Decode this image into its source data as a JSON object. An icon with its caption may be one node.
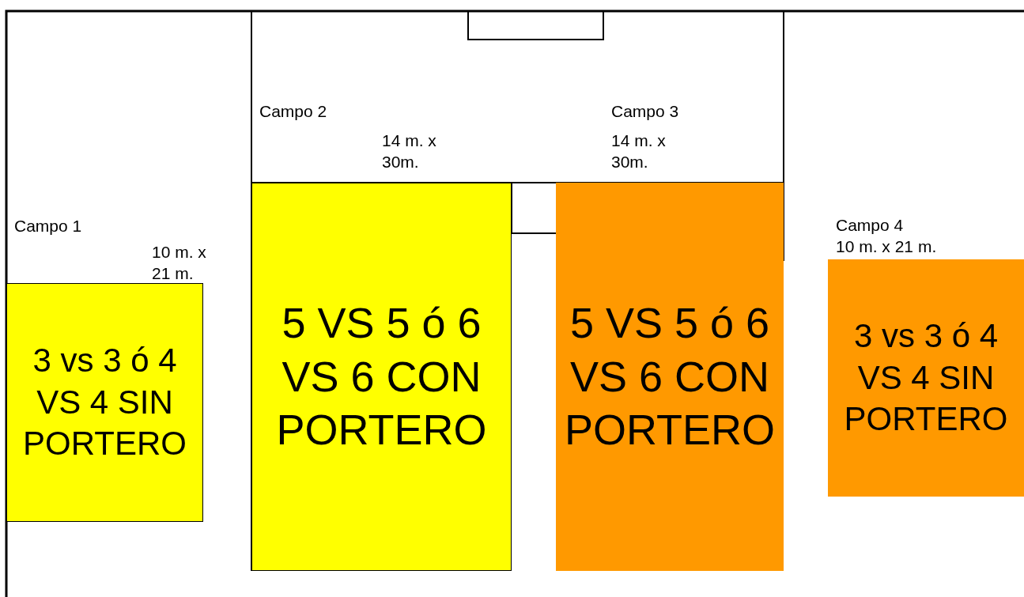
{
  "diagram": {
    "nodes": [
      {
        "text": [
          "3 vs 3 ó 4 VS 4 SIN PORTERO"
        ],
        "beside": [
          "Campo 1",
          "10 m. x 21 m."
        ]
      },
      {
        "text": [
          "5 VS 5 ó 6 VS 6 CON PORTERO"
        ],
        "beside": [
          "Campo 2",
          "14 m. x 30m."
        ]
      },
      {
        "text": [
          "5 VS 5 ó 6 VS 6 CON PORTERO"
        ],
        "beside": [
          "Campo 3",
          "14 m. x 30m."
        ]
      },
      {
        "text": [
          "3 vs 3 ó 4 VS 4 SIN PORTERO"
        ],
        "beside": [
          "Campo 4",
          "10 m. x 21 m."
        ]
      }
    ]
  }
}
